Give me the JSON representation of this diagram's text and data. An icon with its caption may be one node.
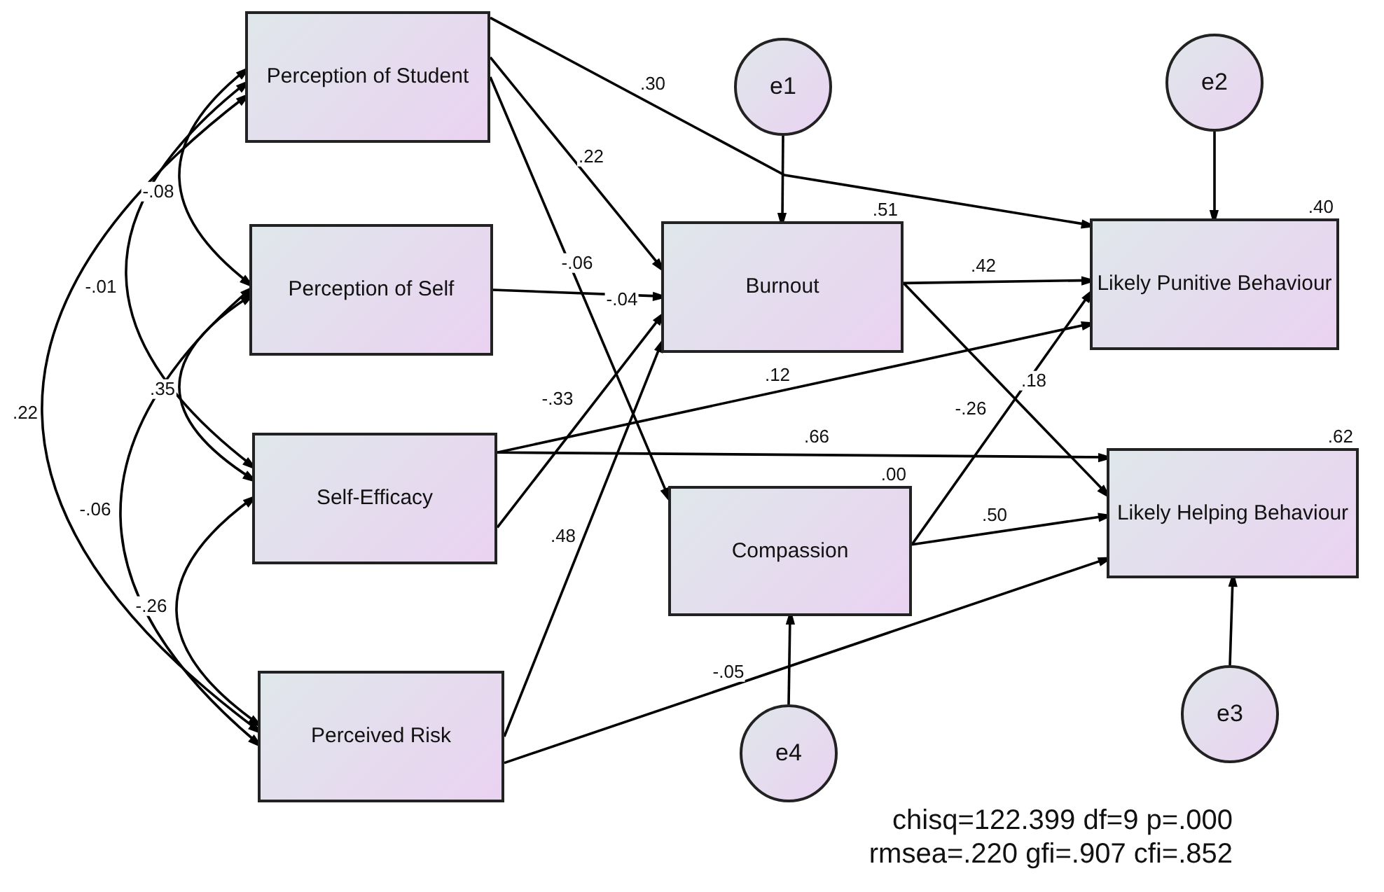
{
  "diagram": {
    "nodes": [
      {
        "text": [
          "Perception of Student"
        ]
      },
      {
        "text": [
          "Perception of Self"
        ]
      },
      {
        "text": [
          "Self-Efficacy"
        ]
      },
      {
        "text": [
          "Perceived Risk"
        ]
      },
      {
        "text": [
          "Burnout"
        ],
        "beside": [
          ".51"
        ]
      },
      {
        "text": [
          "Compassion"
        ],
        "beside": [
          ".00"
        ]
      },
      {
        "text": [
          "Likely Punitive Behaviour"
        ],
        "beside": [
          ".40"
        ]
      },
      {
        "text": [
          "Likely Helping Behaviour"
        ],
        "beside": [
          ".62"
        ]
      },
      {
        "text": [
          "e1"
        ]
      },
      {
        "text": [
          "e2"
        ]
      },
      {
        "text": [
          "e3"
        ]
      },
      {
        "text": [
          "e4"
        ]
      }
    ],
    "edges": [
      {
        "from": 0,
        "to": 4,
        "arrow": "to",
        "label": ".22"
      },
      {
        "from": 0,
        "to": 6,
        "arrow": "to",
        "label": ".30"
      },
      {
        "from": 0,
        "to": 5,
        "arrow": "to",
        "label": "-.06"
      },
      {
        "from": 1,
        "to": 4,
        "arrow": "to",
        "label": "-.04"
      },
      {
        "from": 2,
        "to": 4,
        "arrow": "to",
        "label": "-.33"
      },
      {
        "from": 3,
        "to": 4,
        "arrow": "to",
        "label": ".48"
      },
      {
        "from": 2,
        "to": 6,
        "arrow": "to",
        "label": ".12"
      },
      {
        "from": 2,
        "to": 7,
        "arrow": "to",
        "label": ".66"
      },
      {
        "from": 3,
        "to": 7,
        "arrow": "to",
        "label": "-.05"
      },
      {
        "from": 4,
        "to": 6,
        "arrow": "to",
        "label": ".42"
      },
      {
        "from": 4,
        "to": 7,
        "arrow": "to",
        "label": "-.26"
      },
      {
        "from": 5,
        "to": 6,
        "arrow": "to",
        "label": ".18"
      },
      {
        "from": 5,
        "to": 7,
        "arrow": "to",
        "label": ".50"
      },
      {
        "from": 8,
        "to": 4,
        "arrow": "to"
      },
      {
        "from": 9,
        "to": 6,
        "arrow": "to"
      },
      {
        "from": 10,
        "to": 7,
        "arrow": "to"
      },
      {
        "from": 11,
        "to": 5,
        "arrow": "to"
      },
      {
        "from": 0,
        "to": 1,
        "arrow": "both",
        "label": "-.08"
      },
      {
        "from": 0,
        "to": 2,
        "arrow": "both",
        "label": "-.01"
      },
      {
        "from": 0,
        "to": 3,
        "arrow": "both",
        "label": ".22"
      },
      {
        "from": 1,
        "to": 2,
        "arrow": "both",
        "label": ".35"
      },
      {
        "from": 1,
        "to": 3,
        "arrow": "both",
        "label": "-.06"
      },
      {
        "from": 2,
        "to": 3,
        "arrow": "both",
        "label": "-.26"
      }
    ],
    "labels": [
      "chisq=122.399 df=9 p=.000",
      "rmsea=.220 gfi=.907 cfi=.852"
    ]
  }
}
